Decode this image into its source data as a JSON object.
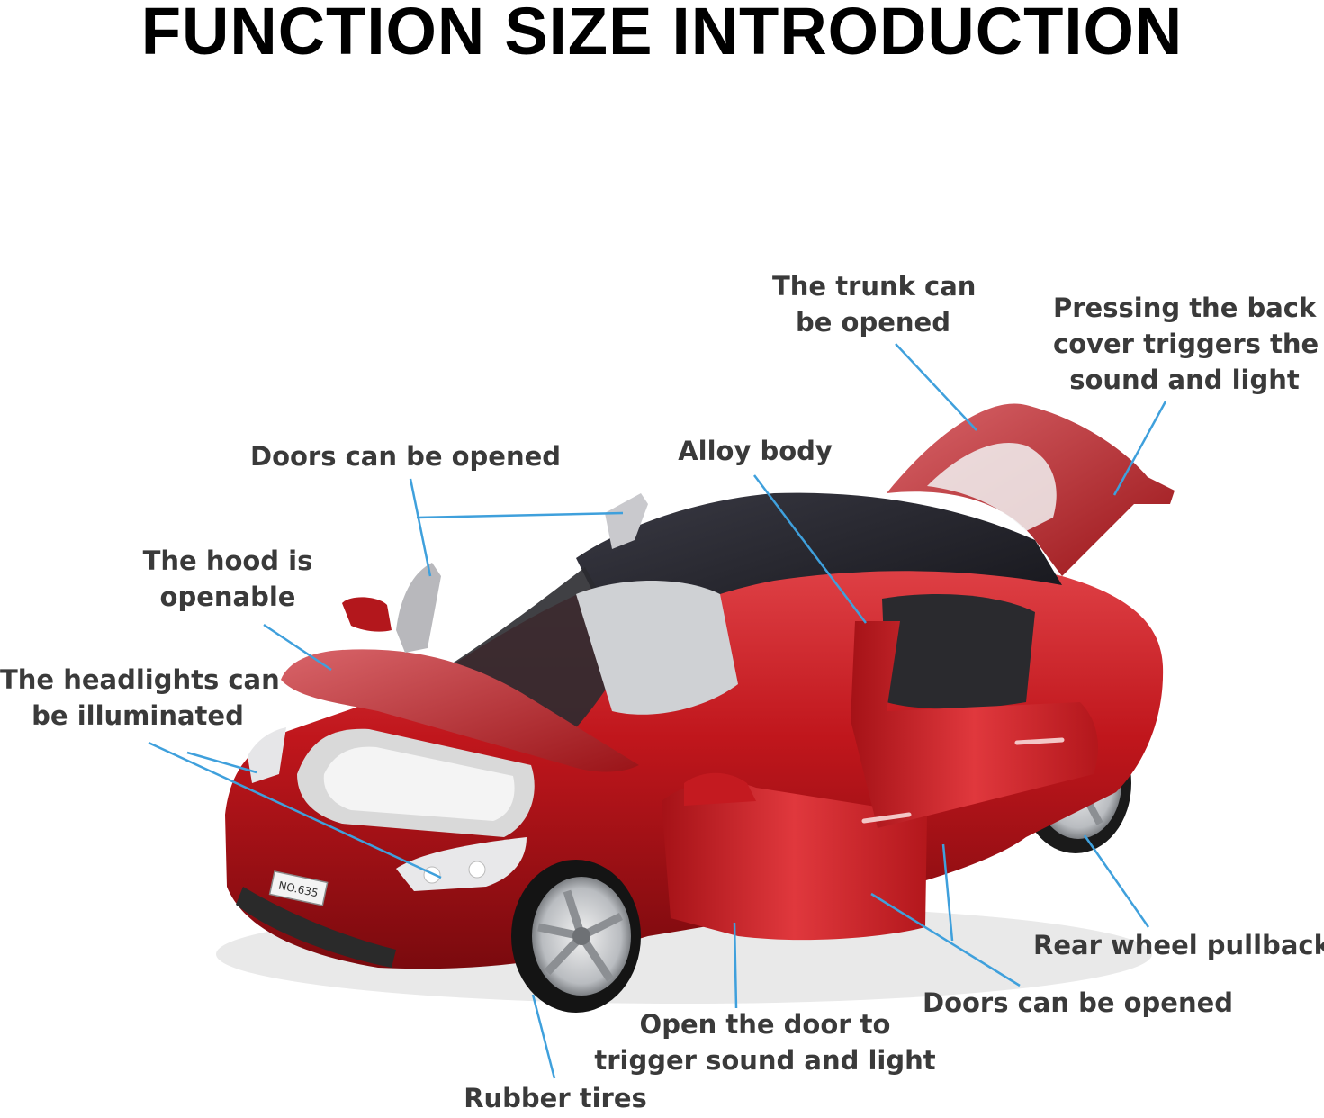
{
  "title": "FUNCTION SIZE INTRODUCTION",
  "colors": {
    "leader_line": "#3fa0dc",
    "label_text": "#3a3a3a",
    "car_body": "#c0161c",
    "roof": "#1c1c22"
  },
  "car": {
    "plate": "NO.635"
  },
  "callouts": {
    "trunk": [
      "The trunk can",
      "be opened"
    ],
    "back_cover": [
      "Pressing the back",
      "cover triggers the",
      "sound and light"
    ],
    "doors_top": [
      "Doors can be opened"
    ],
    "alloy": [
      "Alloy body"
    ],
    "hood": [
      "The hood is",
      "openable"
    ],
    "headlights": [
      "The headlights can",
      "be illuminated"
    ],
    "rear_wheel": [
      "Rear wheel pullback"
    ],
    "doors_bottom": [
      "Doors can be opened"
    ],
    "open_door": [
      "Open the door to",
      "trigger sound and light"
    ],
    "tires": [
      "Rubber tires"
    ]
  }
}
